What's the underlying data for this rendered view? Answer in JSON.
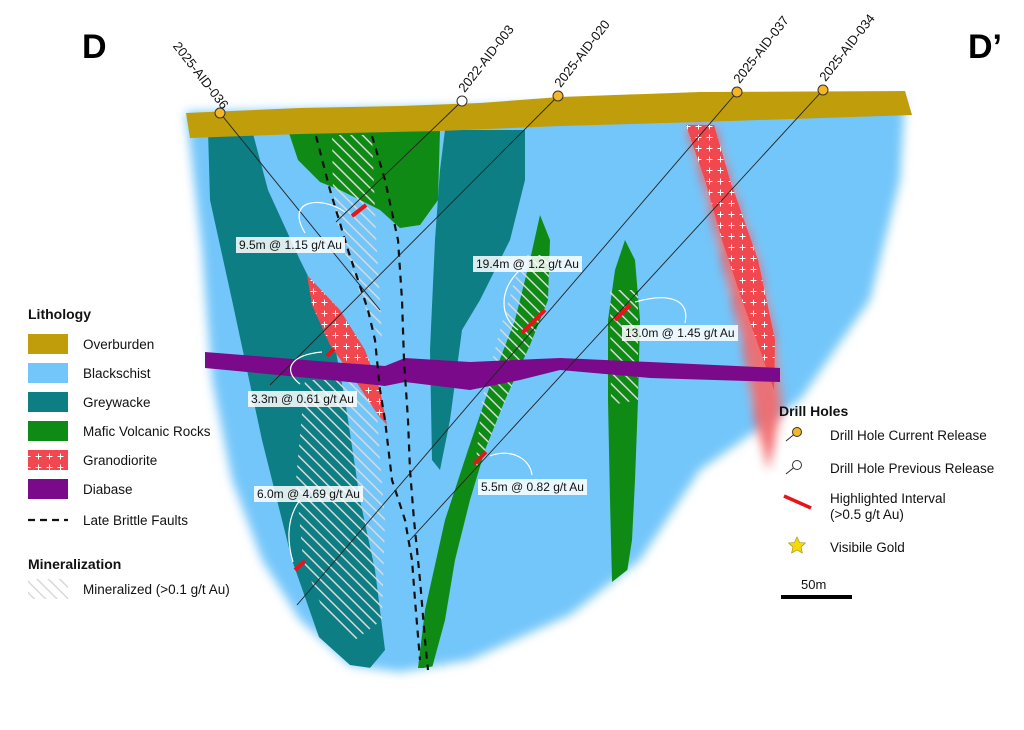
{
  "section": {
    "left_label": "D",
    "right_label": "D’"
  },
  "drill_holes": [
    {
      "name": "2025-AID-036",
      "release": "current"
    },
    {
      "name": "2022-AID-003",
      "release": "previous"
    },
    {
      "name": "2025-AID-020",
      "release": "current"
    },
    {
      "name": "2025-AID-037",
      "release": "current"
    },
    {
      "name": "2025-AID-034",
      "release": "current"
    }
  ],
  "intervals": [
    {
      "text": "9.5m @ 1.15 g/t Au"
    },
    {
      "text": "19.4m @ 1.2 g/t Au"
    },
    {
      "text": "13.0m @ 1.45 g/t Au"
    },
    {
      "text": "3.3m @ 0.61 g/t Au"
    },
    {
      "text": "6.0m @ 4.69 g/t Au"
    },
    {
      "text": "5.5m @ 0.82 g/t Au"
    }
  ],
  "legend": {
    "lithology_title": "Lithology",
    "lithology": [
      {
        "label": "Overburden",
        "color": "#bf9d0b"
      },
      {
        "label": "Blackschist",
        "color": "#73c6fa"
      },
      {
        "label": "Greywacke",
        "color": "#0d7e84"
      },
      {
        "label": "Mafic Volcanic Rocks",
        "color": "#0f8a14"
      },
      {
        "label": "Granodiorite",
        "color": "#f0484e"
      },
      {
        "label": "Diabase",
        "color": "#7b0a8a"
      },
      {
        "label": "Late Brittle Faults",
        "color": "#111111"
      }
    ],
    "mineralization_title": "Mineralization",
    "mineralization": [
      {
        "label": "Mineralized (>0.1 g/t Au)"
      }
    ],
    "drill_holes_title": "Drill Holes",
    "drill_hole_items": [
      {
        "label": "Drill Hole Current Release",
        "icon": "orange-collar-icon",
        "color": "#f5b526"
      },
      {
        "label": "Drill Hole Previous Release",
        "icon": "white-collar-icon",
        "color": "#ffffff"
      },
      {
        "label": "Highlighted Interval\n(>0.5 g/t Au)",
        "icon": "red-interval-icon",
        "color": "#e8141b"
      },
      {
        "label": "Visibile Gold",
        "icon": "star-icon",
        "color": "#f5d90a"
      }
    ]
  },
  "scale": {
    "label": "50m"
  }
}
